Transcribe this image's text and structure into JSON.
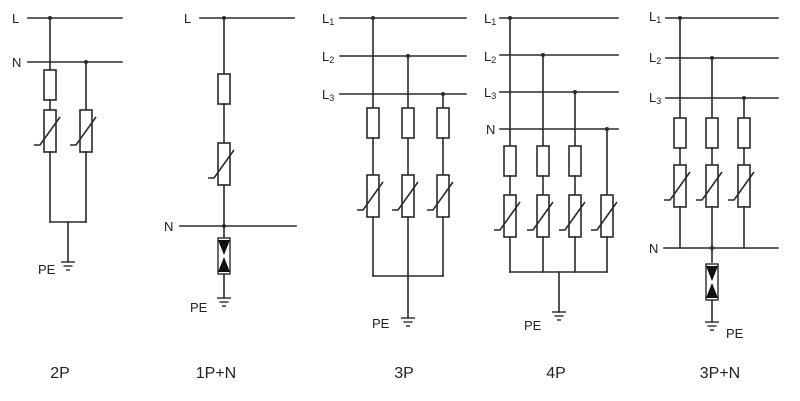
{
  "diagrams": [
    {
      "caption": "2P",
      "labels": {
        "L": "L",
        "N": "N",
        "PE": "PE"
      }
    },
    {
      "caption": "1P+N",
      "labels": {
        "L": "L",
        "N": "N",
        "PE": "PE"
      }
    },
    {
      "caption": "3P",
      "labels": {
        "L1_main": "L",
        "L1_sub": "1",
        "L2_main": "L",
        "L2_sub": "2",
        "L3_main": "L",
        "L3_sub": "3",
        "PE": "PE"
      }
    },
    {
      "caption": "4P",
      "labels": {
        "L1_main": "L",
        "L1_sub": "1",
        "L2_main": "L",
        "L2_sub": "2",
        "L3_main": "L",
        "L3_sub": "3",
        "N": "N",
        "PE": "PE"
      }
    },
    {
      "caption": "3P+N",
      "labels": {
        "L1_main": "L",
        "L1_sub": "1",
        "L2_main": "L",
        "L2_sub": "2",
        "L3_main": "L",
        "L3_sub": "3",
        "N": "N",
        "PE": "PE"
      }
    }
  ]
}
